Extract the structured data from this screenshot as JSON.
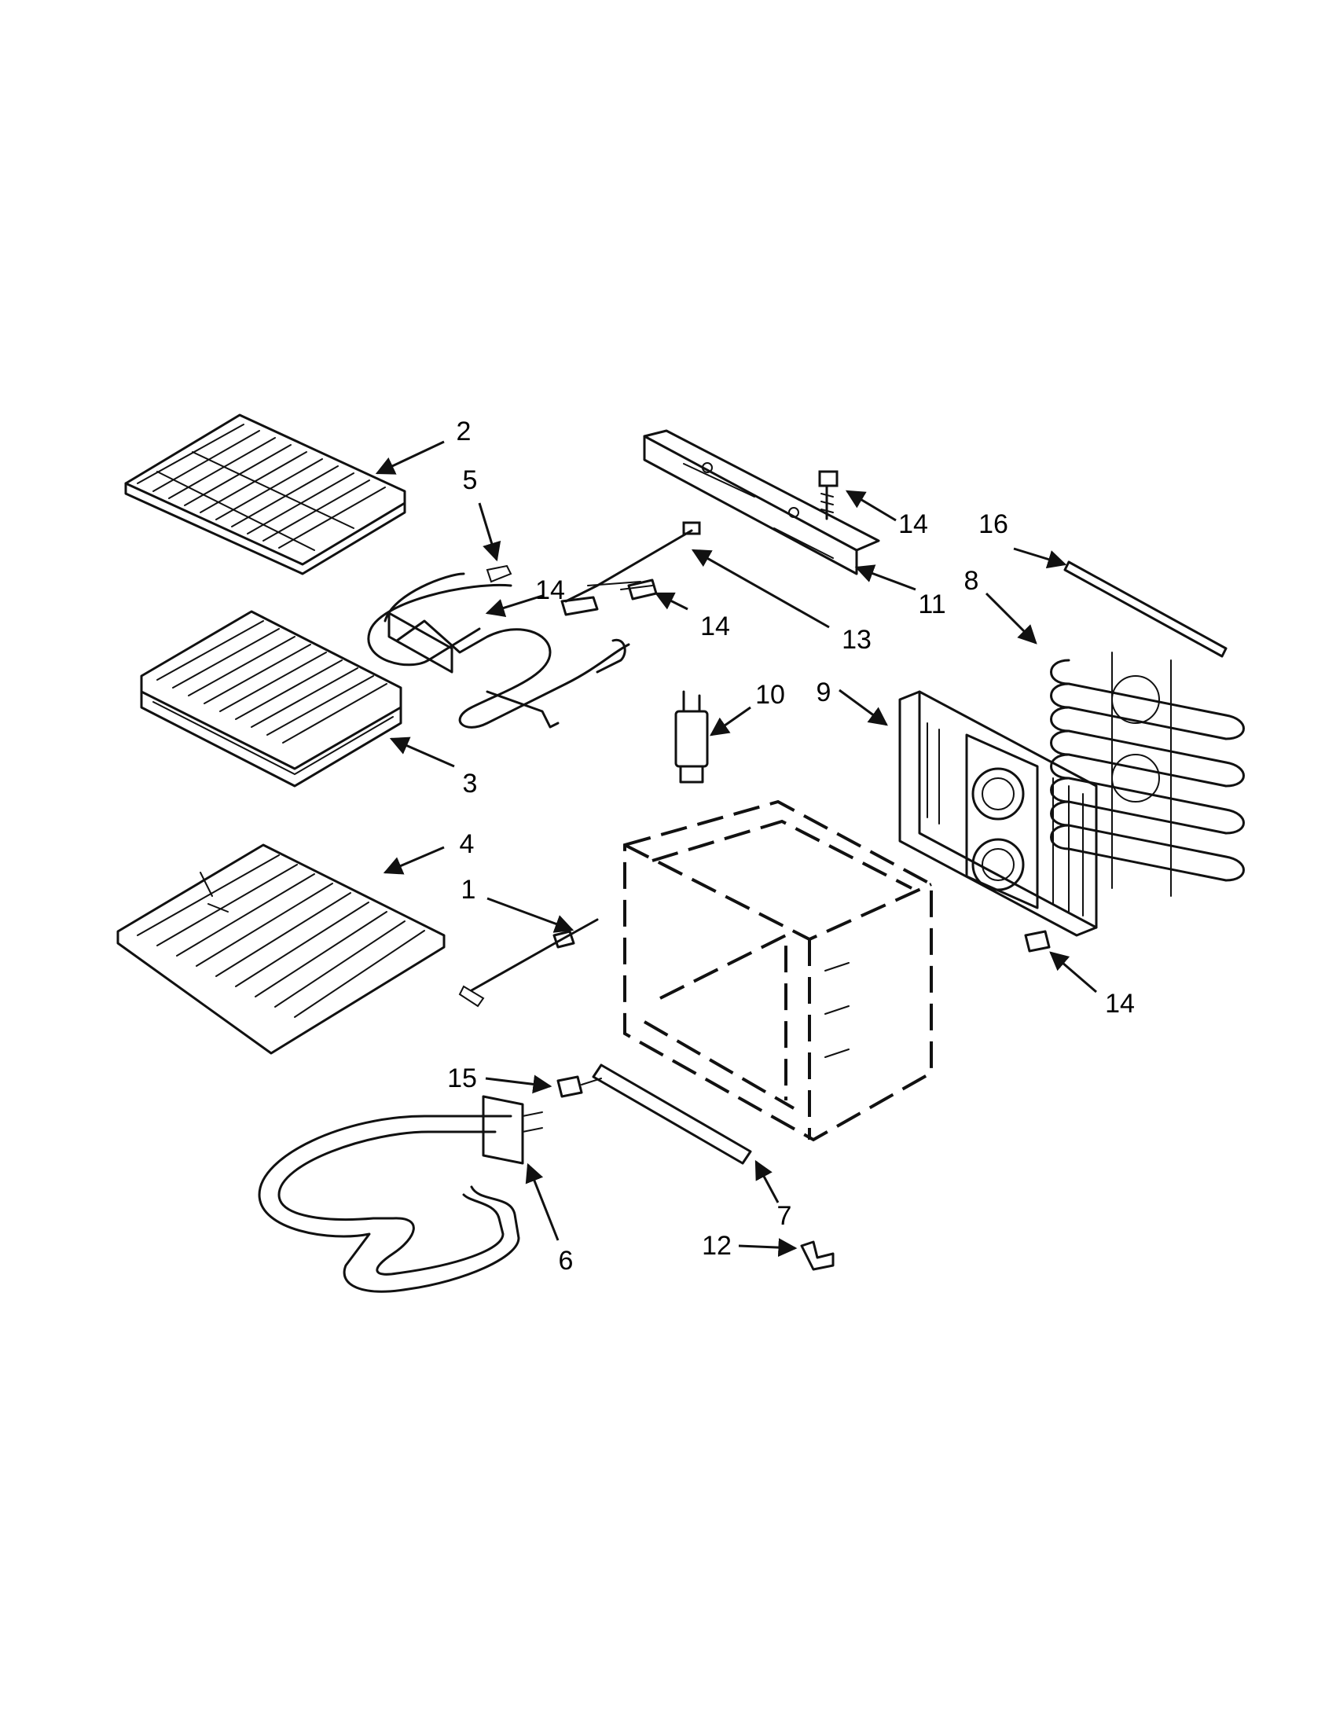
{
  "callouts": [
    {
      "id": "c2",
      "label": "2"
    },
    {
      "id": "c5",
      "label": "5"
    },
    {
      "id": "c14a",
      "label": "14"
    },
    {
      "id": "c3",
      "label": "3"
    },
    {
      "id": "c4",
      "label": "4"
    },
    {
      "id": "c1",
      "label": "1"
    },
    {
      "id": "c14b",
      "label": "14"
    },
    {
      "id": "c11",
      "label": "11"
    },
    {
      "id": "c13",
      "label": "13"
    },
    {
      "id": "c14c",
      "label": "14"
    },
    {
      "id": "c10",
      "label": "10"
    },
    {
      "id": "c16",
      "label": "16"
    },
    {
      "id": "c8",
      "label": "8"
    },
    {
      "id": "c9",
      "label": "9"
    },
    {
      "id": "c14d",
      "label": "14"
    },
    {
      "id": "c15",
      "label": "15"
    },
    {
      "id": "c6",
      "label": "6"
    },
    {
      "id": "c7",
      "label": "7"
    },
    {
      "id": "c12",
      "label": "12"
    }
  ]
}
